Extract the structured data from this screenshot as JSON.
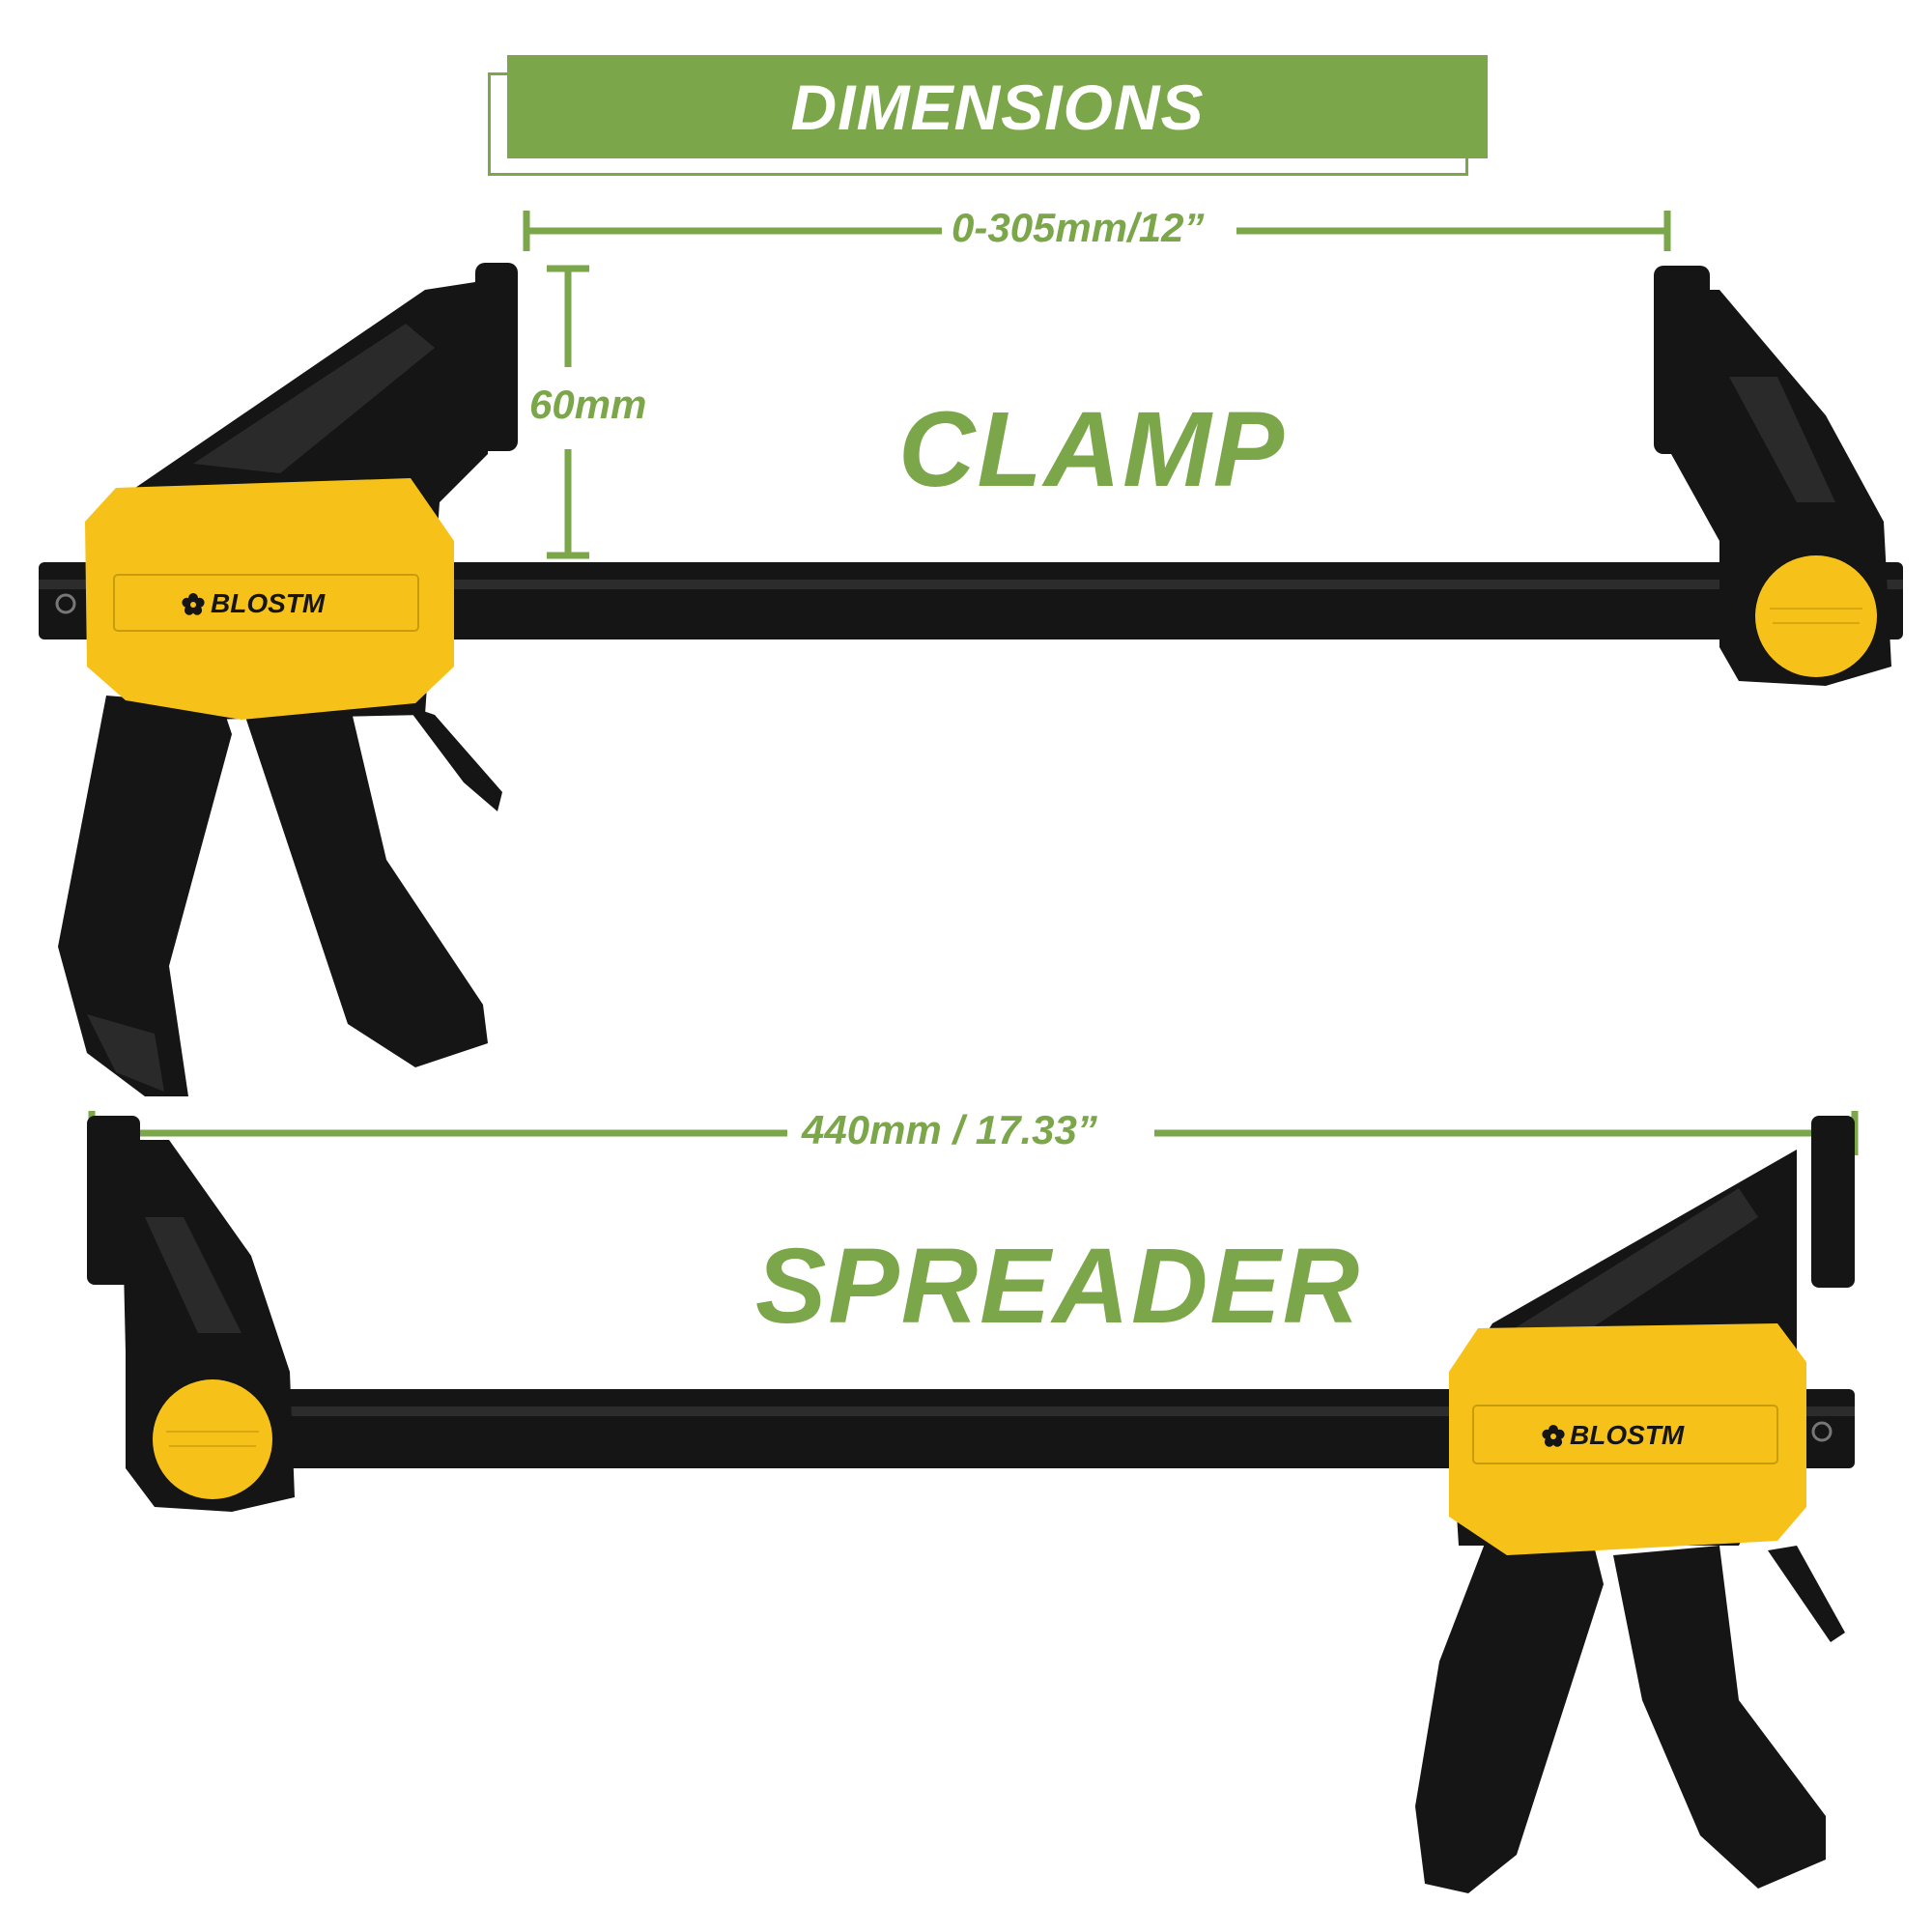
{
  "banner": {
    "title": "DIMENSIONS"
  },
  "dimensions": {
    "opening": "0-305mm/12”",
    "jaw_depth": "60mm",
    "overall_length": "440mm / 17.33”"
  },
  "modes": {
    "clamp": "CLAMP",
    "spreader": "SPREADER"
  },
  "brand": {
    "name": "BLOSTM"
  },
  "colors": {
    "accent_green": "#7ba64a",
    "body_yellow": "#f6c21a",
    "body_black": "#151515"
  }
}
